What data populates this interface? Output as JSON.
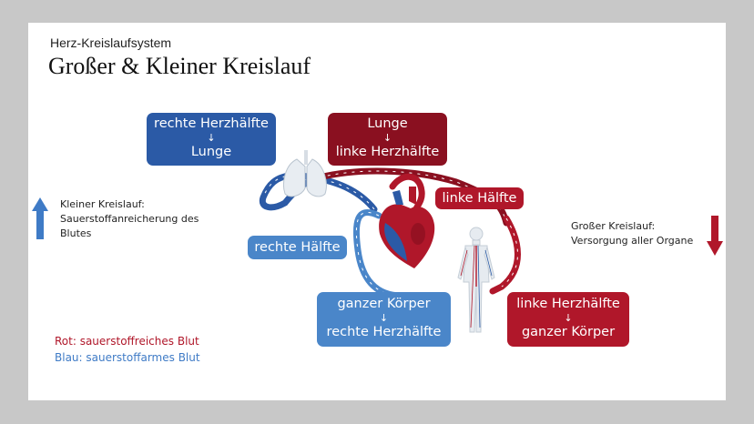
{
  "header": {
    "subtitle": "Herz-Kreislaufsystem",
    "title": "Großer & Kleiner Kreislauf"
  },
  "boxes": {
    "right_to_lung": {
      "top": "rechte Herzhälfte",
      "arrow": "↓",
      "bottom": "Lunge"
    },
    "lung_to_left": {
      "top": "Lunge",
      "arrow": "↓",
      "bottom": "linke Herzhälfte"
    },
    "left_half": "linke Hälfte",
    "right_half": "rechte Hälfte",
    "body_to_right": {
      "top": "ganzer Körper",
      "arrow": "↓",
      "bottom": "rechte Herzhälfte"
    },
    "left_to_body": {
      "top": "linke Herzhälfte",
      "arrow": "↓",
      "bottom": "ganzer Körper"
    }
  },
  "small_circuit": {
    "line1": "Kleiner Kreislauf:",
    "line2": "Sauerstoffanreicherung des",
    "line3": "Blutes"
  },
  "large_circuit": {
    "line1": "Großer Kreislauf:",
    "line2": "Versorgung aller Organe"
  },
  "legend": {
    "red": "Rot: sauerstoffreiches Blut",
    "blue": "Blau: sauerstoffarmes Blut"
  },
  "colors": {
    "dark_blue": "#2b5aa6",
    "mid_blue": "#4a86c9",
    "dark_red": "#8a1020",
    "red": "#b0172a"
  },
  "icons": {
    "up_arrow": "up-arrow-icon",
    "down_arrow": "down-arrow-icon",
    "lungs": "lungs-icon",
    "heart": "heart-icon",
    "body": "human-body-icon"
  }
}
